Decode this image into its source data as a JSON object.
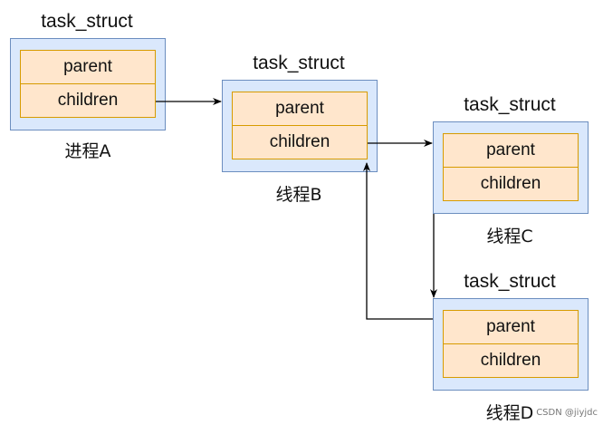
{
  "boxes": [
    {
      "title": "task_struct",
      "field_top": "parent",
      "field_bottom": "children",
      "caption": "进程A"
    },
    {
      "title": "task_struct",
      "field_top": "parent",
      "field_bottom": "children",
      "caption": "线程B"
    },
    {
      "title": "task_struct",
      "field_top": "parent",
      "field_bottom": "children",
      "caption": "线程C"
    },
    {
      "title": "task_struct",
      "field_top": "parent",
      "field_bottom": "children",
      "caption": "线程D"
    }
  ],
  "watermark": "CSDN @jiyjdc",
  "colors": {
    "outer_fill": "#dae8fc",
    "outer_stroke": "#6c8ebf",
    "field_fill": "#ffe6cc",
    "field_stroke": "#d79b00",
    "arrow": "#000000"
  }
}
